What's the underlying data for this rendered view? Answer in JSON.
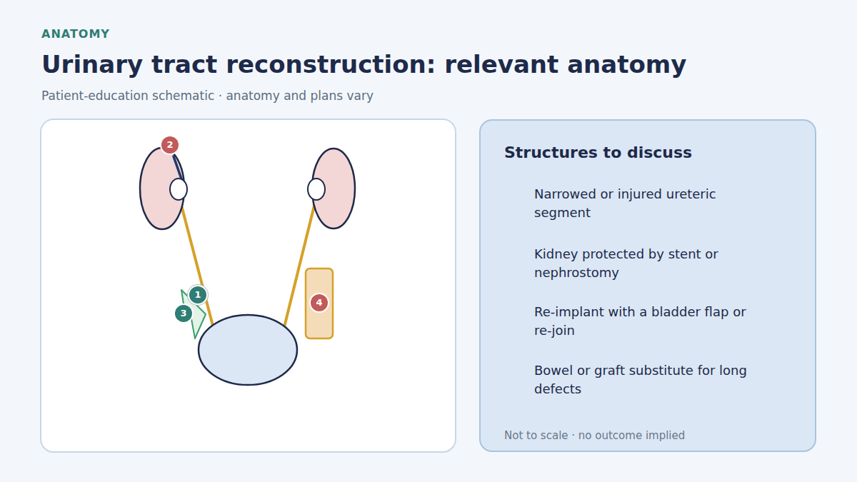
{
  "diagram": {
    "title": "Urinary tract reconstruction: relevant anatomy",
    "caption": "Patient-education schematic · anatomy and plans vary",
    "nodes": [
      {
        "text": [
          "Structures to discuss",
          "Narrowed or injured ureteric segment",
          "Kidney protected by stent or nephrostomy",
          "Re-implant with a bladder flap or re-join",
          "Bowel or graft substitute for long defects",
          "Not to scale · no outcome implied"
        ]
      }
    ],
    "labels": [
      "ANATOMY",
      "2",
      "1",
      "3",
      "4",
      "1",
      "2",
      "3",
      "4"
    ]
  }
}
